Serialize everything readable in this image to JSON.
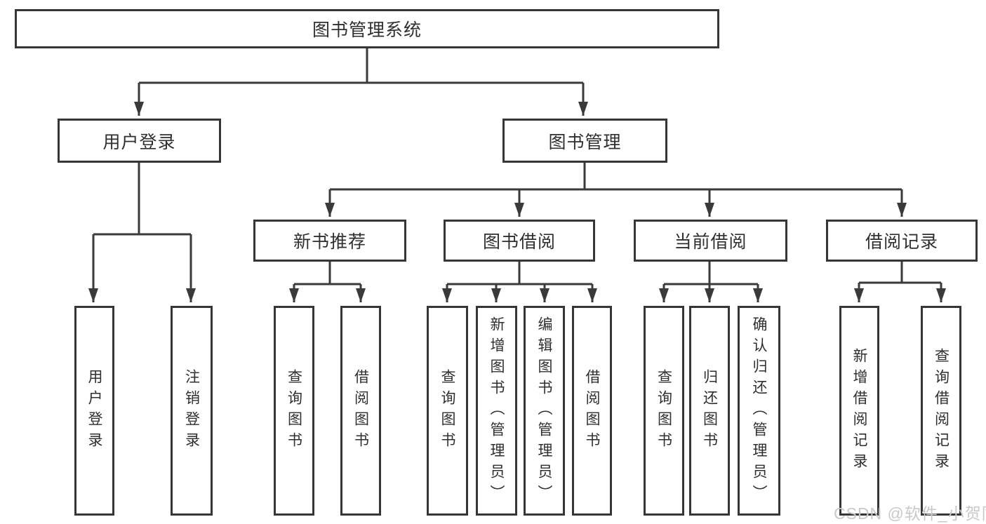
{
  "colors": {
    "line": "#3a3a3a",
    "box_border": "#363636",
    "text": "#2f2f2f",
    "background": "#ffffff",
    "watermark": "#c9c9c9"
  },
  "watermark": {
    "text": "CSDN @软件_小贺同学"
  },
  "tree": {
    "label": "图书管理系统",
    "children": [
      {
        "label": "用户登录",
        "children": [
          {
            "label": "用户登录"
          },
          {
            "label": "注销登录"
          }
        ]
      },
      {
        "label": "图书管理",
        "children": [
          {
            "label": "新书推荐",
            "children": [
              {
                "label": "查询图书"
              },
              {
                "label": "借阅图书"
              }
            ]
          },
          {
            "label": "图书借阅",
            "children": [
              {
                "label": "查询图书"
              },
              {
                "label": "新增图书（管理员）"
              },
              {
                "label": "编辑图书（管理员）"
              },
              {
                "label": "借阅图书"
              }
            ]
          },
          {
            "label": "当前借阅",
            "children": [
              {
                "label": "查询图书"
              },
              {
                "label": "归还图书"
              },
              {
                "label": "确认归还（管理员）"
              }
            ]
          },
          {
            "label": "借阅记录",
            "children": [
              {
                "label": "新增借阅记录"
              },
              {
                "label": "查询借阅记录"
              }
            ]
          }
        ]
      }
    ]
  }
}
